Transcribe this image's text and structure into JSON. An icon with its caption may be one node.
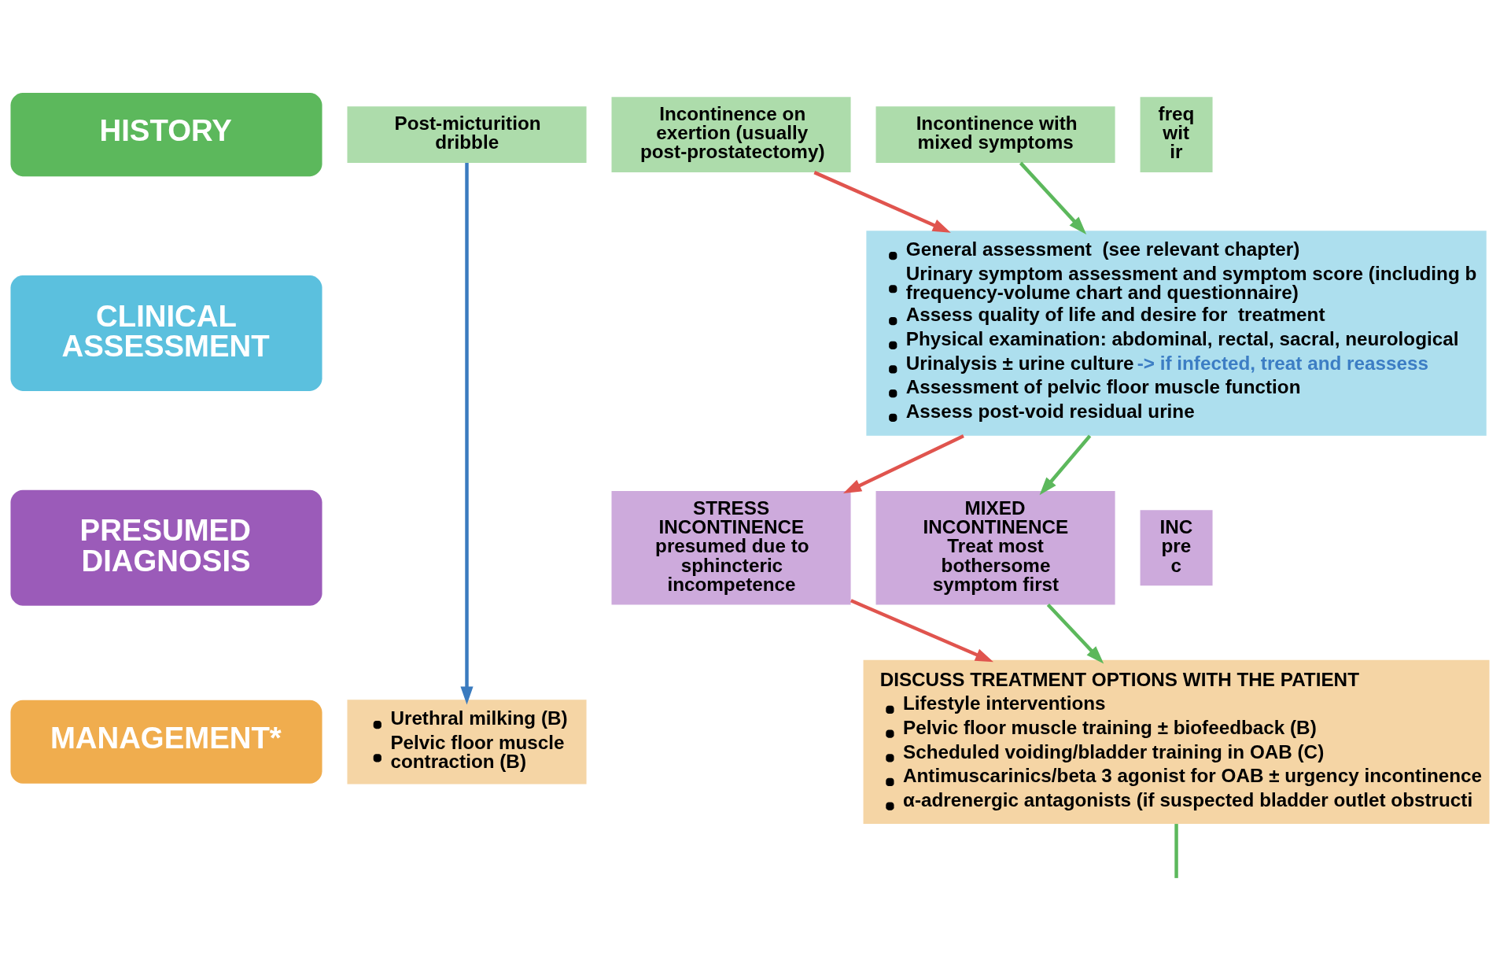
{
  "diagram": {
    "nodes": [
      {
        "text": [
          "HISTORY"
        ]
      },
      {
        "text": [
          "Post-micturition dribble"
        ]
      },
      {
        "text": [
          "Incontinence on exertion (usually post-prostatectomy)"
        ]
      },
      {
        "text": [
          "Incontinence with mixed symptoms"
        ]
      },
      {
        "text": [
          "freq wit ir"
        ]
      },
      {
        "text": [
          "CLINICAL ASSESSMENT"
        ]
      },
      {
        "text": [
          "General assessment  (see relevant chapter)",
          "Urinary symptom assessment and symptom score (including b frequency-volume chart and questionnaire)",
          "Assess quality of life and desire for  treatment",
          "Physical examination: abdominal, rectal, sacral, neurological",
          "Urinalysis ± urine culture",
          "-> if infected, treat and reassess",
          "Assessment of pelvic floor muscle function",
          "Assess post-void residual urine"
        ]
      },
      {
        "text": [
          "PRESUMED DIAGNOSIS"
        ]
      },
      {
        "text": [
          "STRESS INCONTINENCE",
          "presumed due to sphincteric incompetence"
        ]
      },
      {
        "text": [
          "MIXED INCONTINENCE",
          "Treat most bothersome symptom first"
        ]
      },
      {
        "text": [
          "INC",
          "pre c"
        ]
      },
      {
        "text": [
          "MANAGEMENT*"
        ]
      },
      {
        "text": [
          "Urethral milking (B)",
          "Pelvic floor muscle contraction (B)"
        ]
      },
      {
        "text": [
          "DISCUSS TREATMENT OPTIONS WITH THE PATIENT",
          "Lifestyle interventions",
          "Pelvic floor muscle training ± biofeedback (B)",
          "Scheduled voiding/bladder training in OAB (C)",
          "Antimuscarinics/beta 3 agonist for OAB ± urgency incontinence",
          "α-adrenergic antagonists (if suspected bladder outlet obstructi"
        ]
      }
    ],
    "edges": [
      {
        "from": 1,
        "to": 12,
        "arrow": "to",
        "color": "#3a7bbf"
      },
      {
        "from": 2,
        "to": 6,
        "arrow": "to",
        "color": "#e0544e"
      },
      {
        "from": 3,
        "to": 6,
        "arrow": "to",
        "color": "#5cb85c"
      },
      {
        "from": 6,
        "to": 8,
        "arrow": "to",
        "color": "#e0544e"
      },
      {
        "from": 6,
        "to": 9,
        "arrow": "to",
        "color": "#5cb85c"
      },
      {
        "from": 8,
        "to": 13,
        "arrow": "to",
        "color": "#e0544e"
      },
      {
        "from": 9,
        "to": 13,
        "arrow": "to",
        "color": "#5cb85c"
      },
      {
        "from": 13,
        "to": null,
        "arrow": "none",
        "color": "#5cb85c"
      }
    ]
  }
}
